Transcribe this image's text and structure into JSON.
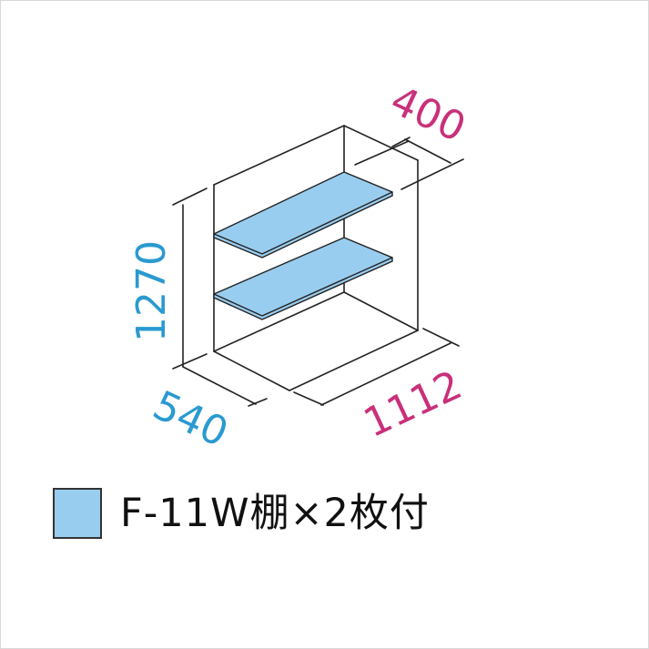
{
  "diagram": {
    "type": "isometric shelf unit dimension drawing",
    "dimensions": {
      "height": "1270",
      "depth": "540",
      "width": "1112",
      "shelf_depth": "400"
    },
    "colors": {
      "line": "#222222",
      "shelf_fill": "#99cdef",
      "cyan_label": "#2a9ad0",
      "magenta_label": "#c8307a"
    },
    "shelf_count": 2
  },
  "legend": {
    "label": "F-11W棚×2枚付",
    "swatch_color": "#99cdef"
  }
}
